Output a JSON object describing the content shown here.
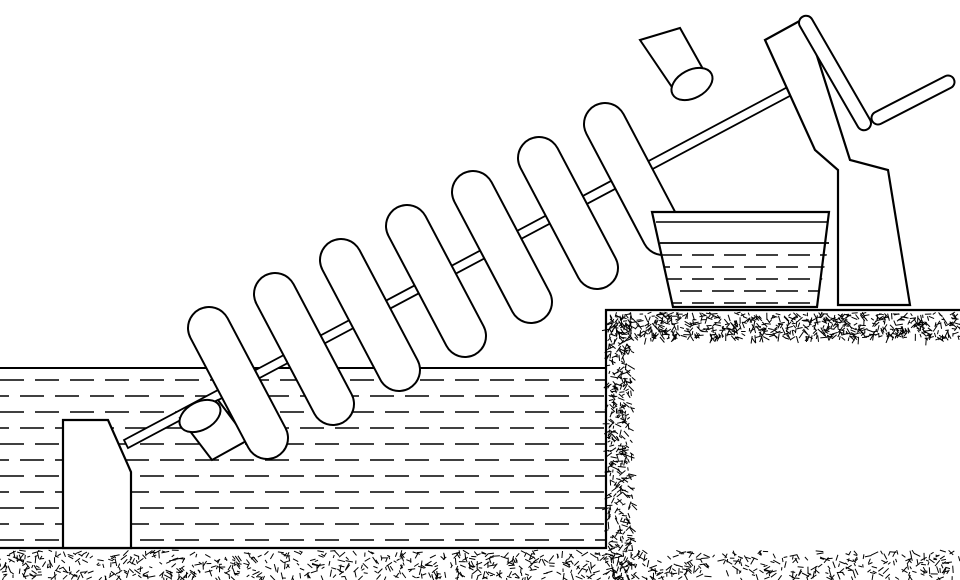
{
  "diagram": {
    "subject": "archimedes-screw",
    "style": "black line drawing on white",
    "colors": {
      "line": "#000000",
      "fill": "#ffffff"
    },
    "parts": {
      "lower_reservoir": "water",
      "upper_container": "water",
      "coil_turns": 7,
      "ground": "hatched soil"
    }
  }
}
